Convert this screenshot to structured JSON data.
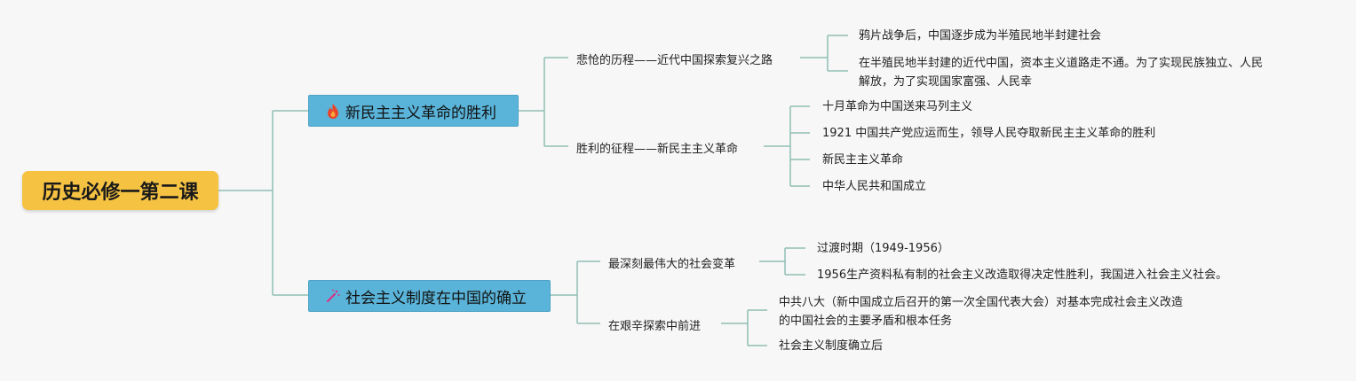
{
  "root": {
    "title": "历史必修一第二课"
  },
  "branches": [
    {
      "title": "新民主主义革命的胜利",
      "icon": "fire-icon",
      "icon_color": "#e8452c",
      "children": [
        {
          "title": "悲怆的历程——近代中国探索复兴之路",
          "leaves": [
            "鸦片战争后，中国逐步成为半殖民地半封建社会",
            "在半殖民地半封建的近代中国，资本主义道路走不通。为了实现民族独立、人民",
            "解放，为了实现国家富强、人民幸"
          ]
        },
        {
          "title": "胜利的征程——新民主主义革命",
          "leaves": [
            "十月革命为中国送来马列主义",
            "1921 中国共产党应运而生，领导人民夺取新民主主义革命的胜利",
            "新民主主义革命",
            "中华人民共和国成立"
          ]
        }
      ]
    },
    {
      "title": "社会主义制度在中国的确立",
      "icon": "magic-wand-icon",
      "icon_color": "#d63384",
      "children": [
        {
          "title": "最深刻最伟大的社会变革",
          "leaves": [
            "过渡时期（1949-1956）",
            "1956生产资料私有制的社会主义改造取得决定性胜利，我国进入社会主义社会。"
          ]
        },
        {
          "title": "在艰辛探索中前进",
          "leaves": [
            "中共八大（新中国成立后召开的第一次全国代表大会）对基本完成社会主义改造",
            "的中国社会的主要矛盾和根本任务",
            "社会主义制度确立后"
          ]
        }
      ]
    }
  ],
  "colors": {
    "connector": "#8fbfb3",
    "root_fill": "#f5c242",
    "main_fill": "#5ab4d9"
  }
}
